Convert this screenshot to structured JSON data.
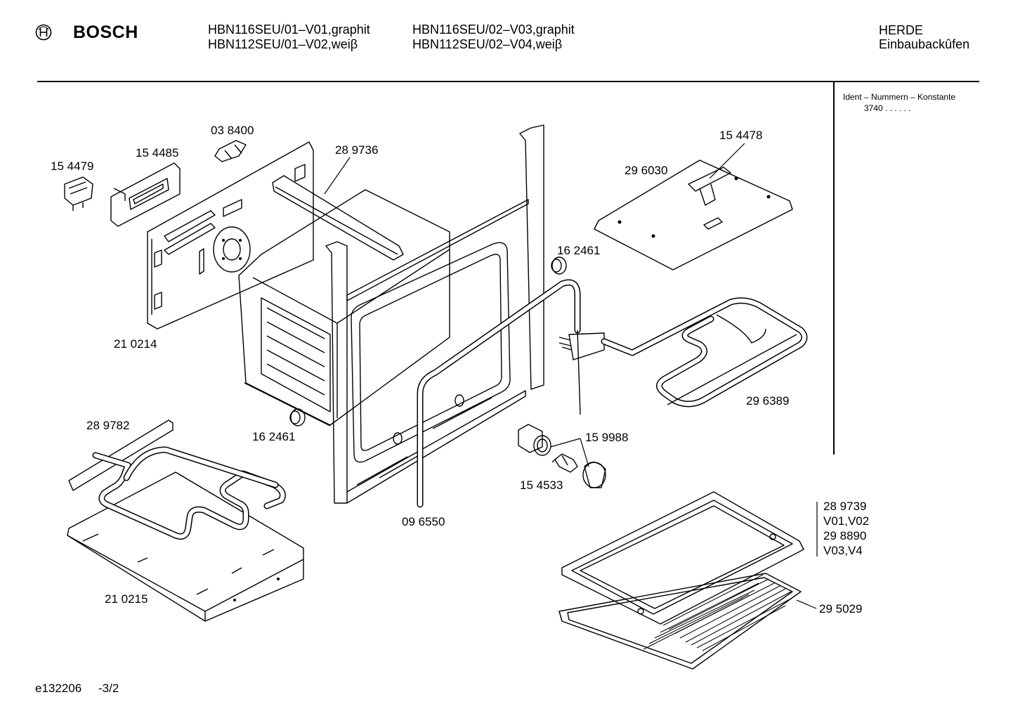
{
  "header": {
    "brand": "BOSCH",
    "models": [
      "HBN116SEU/01–V01,graphit",
      "HBN112SEU/01–V02,weiβ",
      "HBN116SEU/02–V03,graphit",
      "HBN112SEU/02–V04,weiβ"
    ],
    "category": "HERDE",
    "subcategory": "Einbaubackûfen"
  },
  "ident": {
    "title": "Ident – Nummern – Konstante",
    "value": "3740  .  .  .  .  .  ."
  },
  "parts": [
    "03 8400",
    "15 4485",
    "15 4479",
    "28 9736",
    "15 4478",
    "29 6030",
    "16 2461",
    "21 0214",
    "29 6389",
    "16 2461",
    "15 9988",
    "28 9782",
    "15 4533",
    "09 6550",
    "21 0215",
    "29 5029"
  ],
  "variants": [
    "28 9739",
    "V01,V02",
    "29 8890",
    "V03,V4"
  ],
  "footer": {
    "doc_id": "e132206",
    "page": "-3/2"
  }
}
